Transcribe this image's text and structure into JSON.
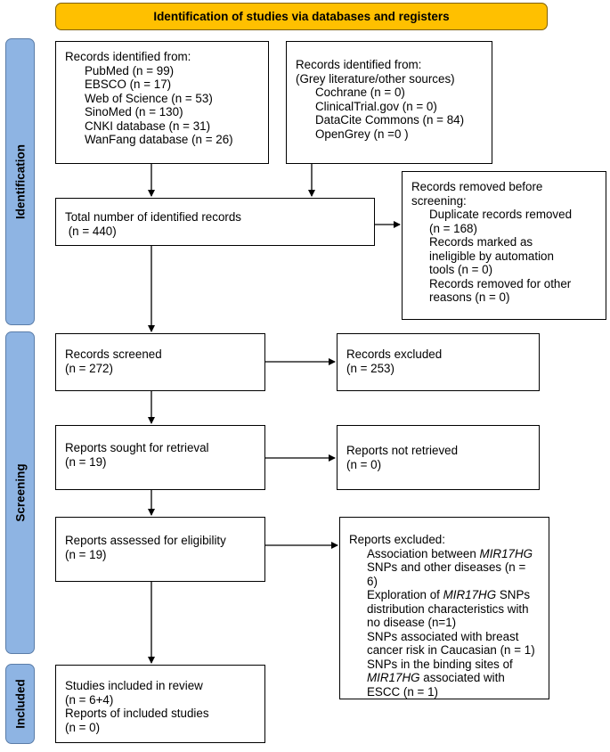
{
  "header": "Identification of studies via databases and registers",
  "phases": {
    "identification": "Identification",
    "screening": "Screening",
    "included": "Included"
  },
  "db_records": {
    "title": "Records identified from:",
    "items": [
      "PubMed (n = 99)",
      "EBSCO  (n = 17)",
      "Web of Science  (n = 53)",
      "SinoMed  (n = 130)",
      "CNKI database  (n = 31)",
      "WanFang database (n = 26)"
    ]
  },
  "grey_records": {
    "title": "Records identified from:",
    "subtitle": "(Grey literature/other sources)",
    "items": [
      "Cochrane (n = 0)",
      "ClinicalTrial.gov  (n = 0)",
      "DataCite Commons  (n = 84)",
      "OpenGrey  (n =0 )"
    ]
  },
  "total": {
    "line1": "Total number of identified records",
    "line2": " (n = 440)"
  },
  "removed": {
    "title1": "Records removed before",
    "title2": "screening:",
    "lines": [
      "Duplicate records removed",
      "(n = 168)",
      "Records marked as",
      "ineligible by automation",
      "tools (n = 0)",
      "Records removed for other",
      "reasons (n = 0)"
    ]
  },
  "screened": {
    "line1": "Records screened",
    "line2": "(n = 272)"
  },
  "excluded": {
    "line1": "Records excluded",
    "line2": "(n = 253)"
  },
  "sought": {
    "line1": "Reports sought for retrieval",
    "line2": "(n = 19)"
  },
  "not_retrieved": {
    "line1": "Reports not retrieved",
    "line2": "(n = 0)"
  },
  "assessed": {
    "line1": "Reports assessed for eligibility",
    "line2": "(n = 19)"
  },
  "reports_excluded": {
    "title": "Reports excluded:",
    "r1a": "Association between ",
    "r1i": "MIR17HG",
    "r1b": "SNPs and other diseases (n =",
    "r1c": "6)",
    "r2a": "Exploration of ",
    "r2i": "MIR17HG",
    "r2b": " SNPs",
    "r2c": "distribution characteristics with",
    "r2d": "no disease (n=1)",
    "r3a": "SNPs associated with breast",
    "r3b": "cancer risk in Caucasian (n = 1)",
    "r4a": "SNPs in the binding sites of",
    "r4i": "MIR17HG",
    "r4b": " associated with",
    "r4c": "ESCC (n = 1)"
  },
  "included": {
    "line1": "Studies included in review",
    "line2": "(n = 6+4)",
    "line3": "Reports of included studies",
    "line4": "(n = 0)"
  }
}
